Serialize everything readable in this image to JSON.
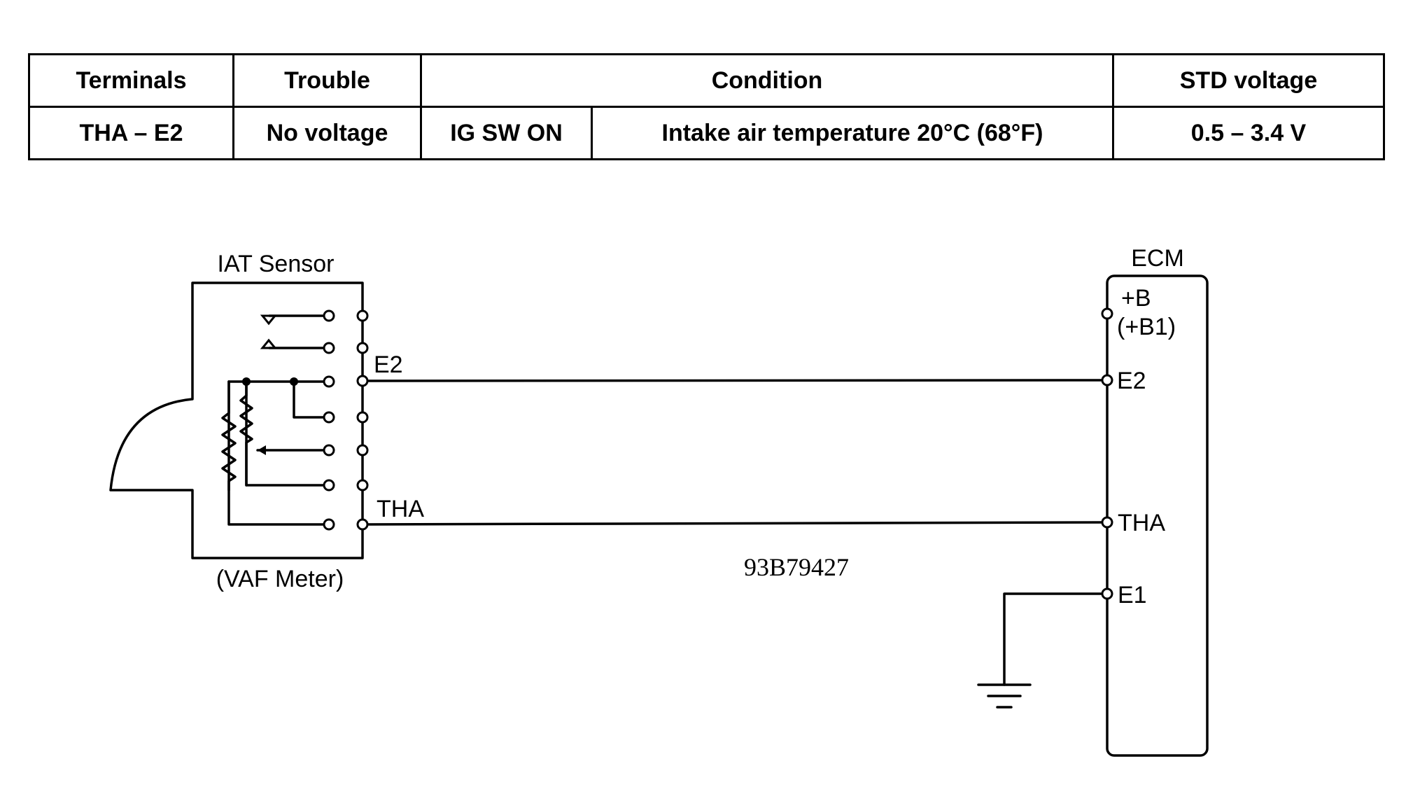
{
  "table": {
    "headers": {
      "terminals": "Terminals",
      "trouble": "Trouble",
      "condition": "Condition",
      "std_voltage": "STD voltage"
    },
    "row": {
      "terminals": "THA – E2",
      "trouble": "No voltage",
      "ig_state": "IG SW ON",
      "condition": "Intake air temperature 20°C (68°F)",
      "std_voltage": "0.5 – 3.4 V"
    }
  },
  "diagram": {
    "sensor_title": "IAT Sensor",
    "sensor_subtitle": "(VAF Meter)",
    "sensor_terminal_e2": "E2",
    "sensor_terminal_tha": "THA",
    "ecm_title": "ECM",
    "ecm_terminal_b": "+B",
    "ecm_terminal_b1": "(+B1)",
    "ecm_terminal_e2": "E2",
    "ecm_terminal_tha": "THA",
    "ecm_terminal_e1": "E1",
    "figure_code": "93B79427"
  }
}
